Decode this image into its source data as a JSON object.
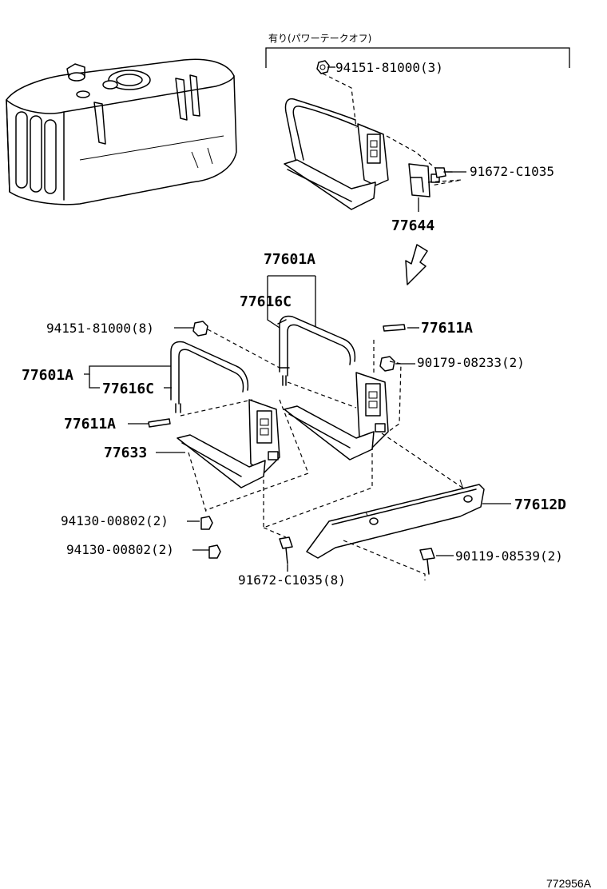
{
  "note": "有り(パワーテークオフ)",
  "labels": {
    "p94151_3": "94151-81000(3)",
    "p91672_top": "91672-C1035",
    "p77644": "77644",
    "p77601A_top": "77601A",
    "p77616C_top": "77616C",
    "p94151_8": "94151-81000(8)",
    "p77611A_top": "77611A",
    "p90179": "90179-08233(2)",
    "p77601A_left": "77601A",
    "p77616C_left": "77616C",
    "p77611A_left": "77611A",
    "p77633": "77633",
    "p77612D": "77612D",
    "p94130_a": "94130-00802(2)",
    "p94130_b": "94130-00802(2)",
    "p90119": "90119-08539(2)",
    "p91672_8": "91672-C1035(8)"
  },
  "ref": "772956A"
}
